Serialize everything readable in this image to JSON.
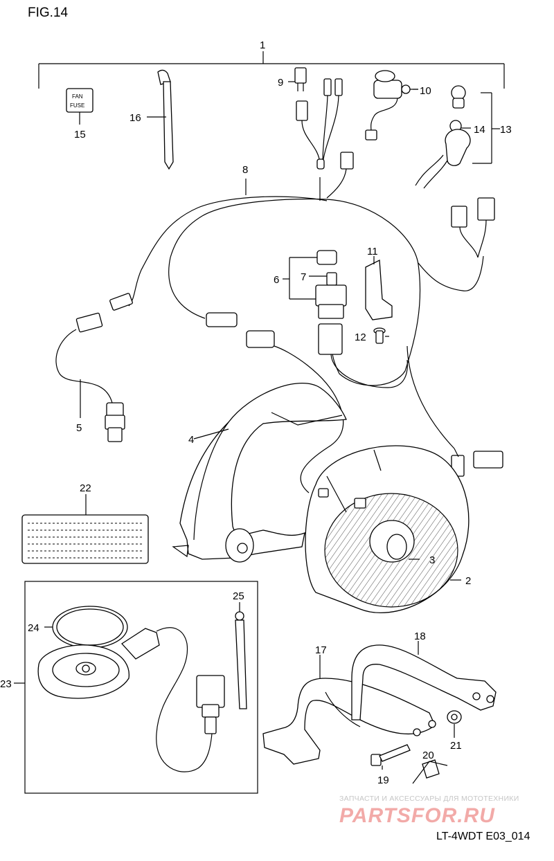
{
  "figure": {
    "title": "FIG.14",
    "code": "LT-4WDT E03_014"
  },
  "label_15_text": [
    "FAN",
    "FUSE"
  ],
  "callouts": [
    "1",
    "2",
    "3",
    "4",
    "5",
    "6",
    "7",
    "8",
    "9",
    "10",
    "11",
    "12",
    "13",
    "14",
    "15",
    "16",
    "17",
    "18",
    "19",
    "20",
    "21",
    "22",
    "23",
    "24",
    "25"
  ],
  "watermark": {
    "line1": "ЗАПЧАСТИ И АКСЕССУАРЫ ДЛЯ МОТОТЕХНИКИ",
    "line2": "PARTSFOR.RU"
  },
  "colors": {
    "ink": "#000000",
    "background": "#ffffff",
    "watermark_red": "#f2aaa8",
    "watermark_grey": "#c6c6c6"
  }
}
